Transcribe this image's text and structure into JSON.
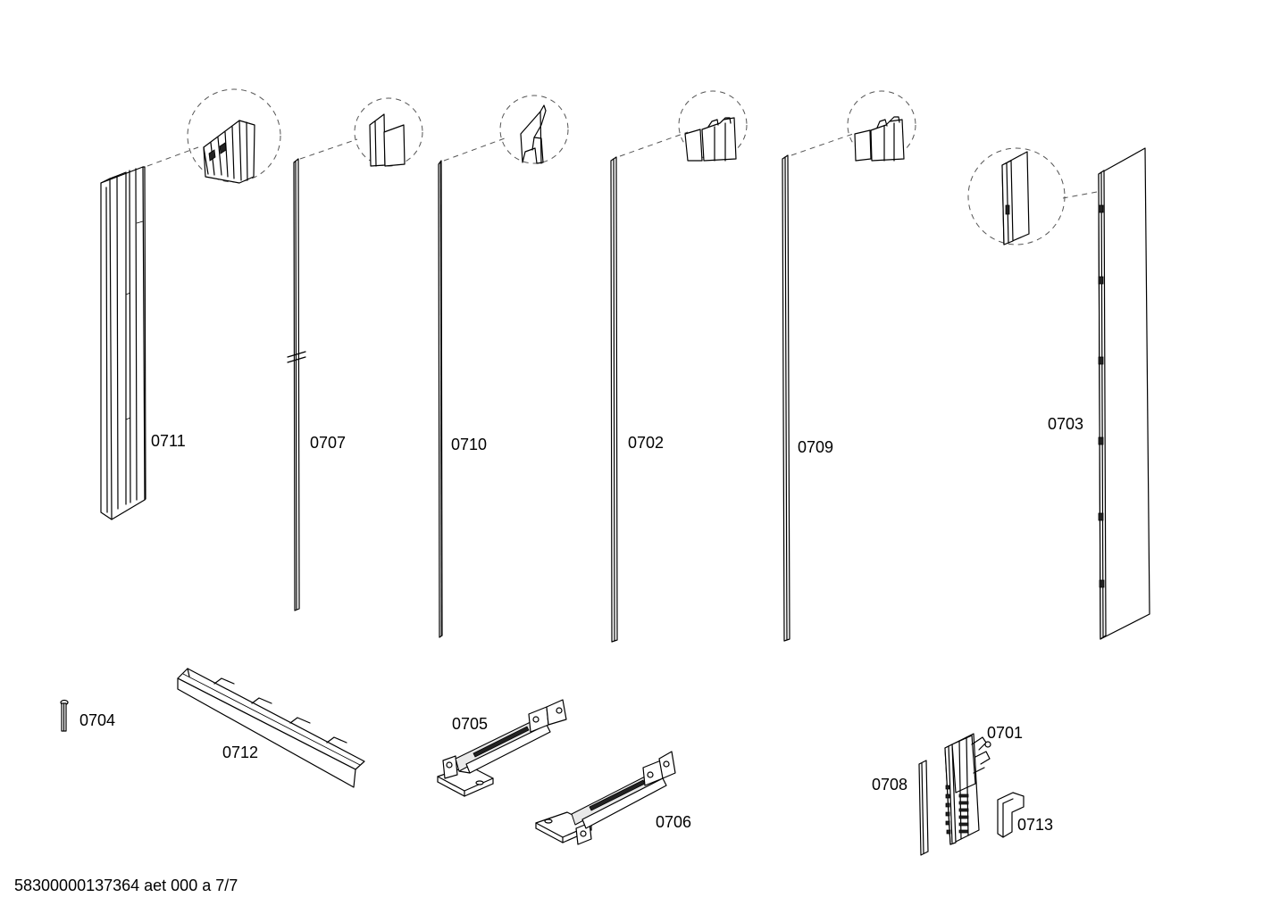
{
  "parts": [
    {
      "id": "p0711",
      "label": "0711"
    },
    {
      "id": "p0707",
      "label": "0707"
    },
    {
      "id": "p0710",
      "label": "0710"
    },
    {
      "id": "p0702",
      "label": "0702"
    },
    {
      "id": "p0709",
      "label": "0709"
    },
    {
      "id": "p0703",
      "label": "0703"
    },
    {
      "id": "p0704",
      "label": "0704"
    },
    {
      "id": "p0712",
      "label": "0712"
    },
    {
      "id": "p0705",
      "label": "0705"
    },
    {
      "id": "p0706",
      "label": "0706"
    },
    {
      "id": "p0701",
      "label": "0701"
    },
    {
      "id": "p0708",
      "label": "0708"
    },
    {
      "id": "p0713",
      "label": "0713"
    }
  ],
  "footer": "58300000137364 aet 000 a 7/7"
}
